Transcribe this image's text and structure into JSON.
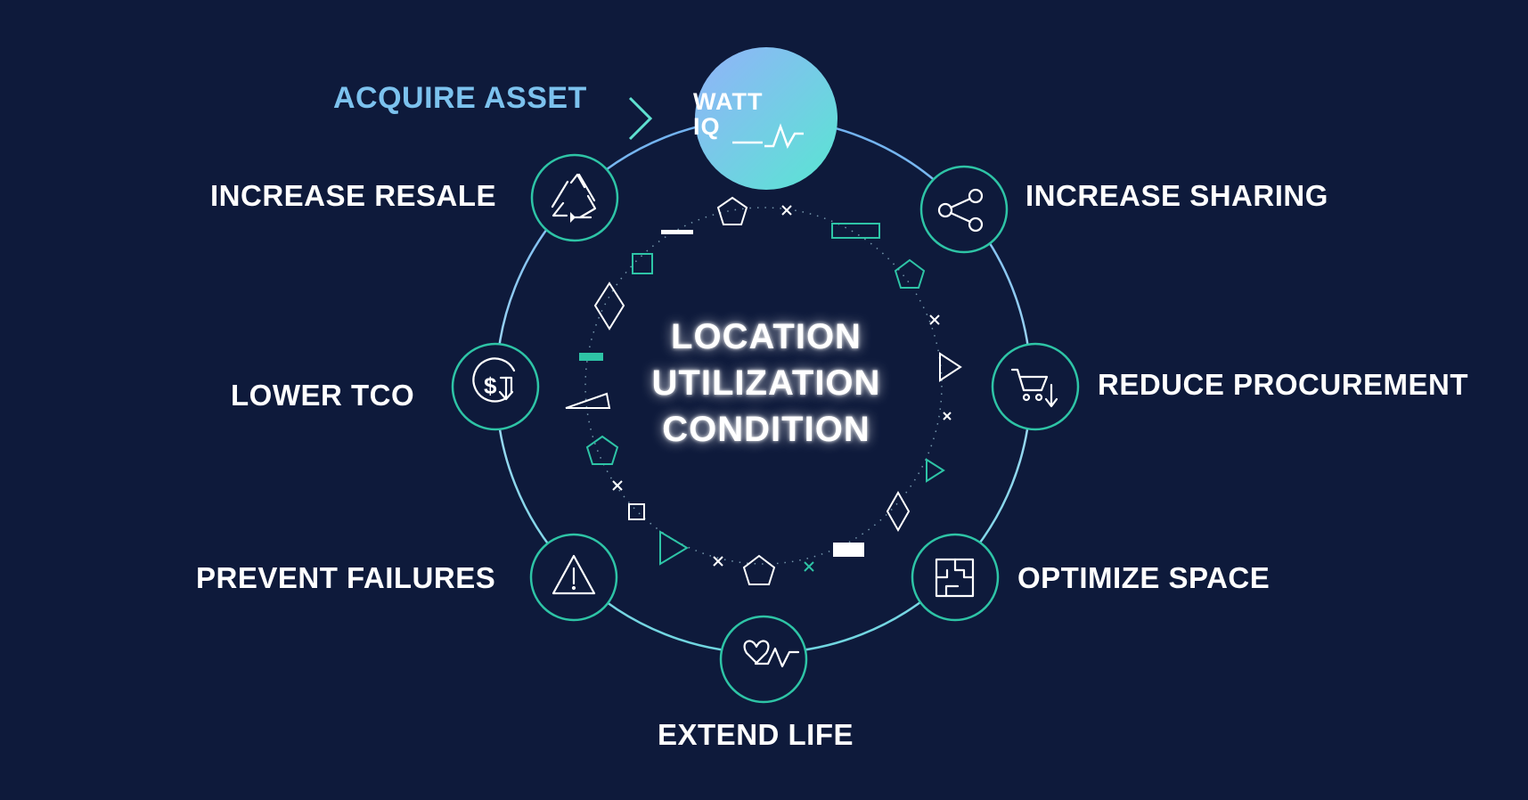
{
  "acquire": {
    "label": "ACQUIRE ASSET"
  },
  "hub": {
    "line1": "WATT",
    "line2": "IQ"
  },
  "center": {
    "line1": "LOCATION",
    "line2": "UTILIZATION",
    "line3": "CONDITION"
  },
  "nodes": [
    {
      "id": "increase-resale",
      "label": "INCREASE RESALE",
      "icon": "recycle-icon"
    },
    {
      "id": "increase-sharing",
      "label": "INCREASE SHARING",
      "icon": "share-icon"
    },
    {
      "id": "lower-tco",
      "label": "LOWER TCO",
      "icon": "dollar-down-icon"
    },
    {
      "id": "reduce-procurement",
      "label": "REDUCE PROCUREMENT",
      "icon": "cart-down-icon"
    },
    {
      "id": "prevent-failures",
      "label": "PREVENT FAILURES",
      "icon": "warning-icon"
    },
    {
      "id": "optimize-space",
      "label": "OPTIMIZE SPACE",
      "icon": "floorplan-icon"
    },
    {
      "id": "extend-life",
      "label": "EXTEND LIFE",
      "icon": "heartbeat-icon"
    }
  ],
  "colors": {
    "background": "#0e1a3b",
    "ring": "#8fd0f0",
    "teal": "#2ec4a6",
    "hub_gradient_start": "#8ab8f8",
    "hub_gradient_end": "#5fe3d6",
    "acquire": "#7cc2ee"
  }
}
